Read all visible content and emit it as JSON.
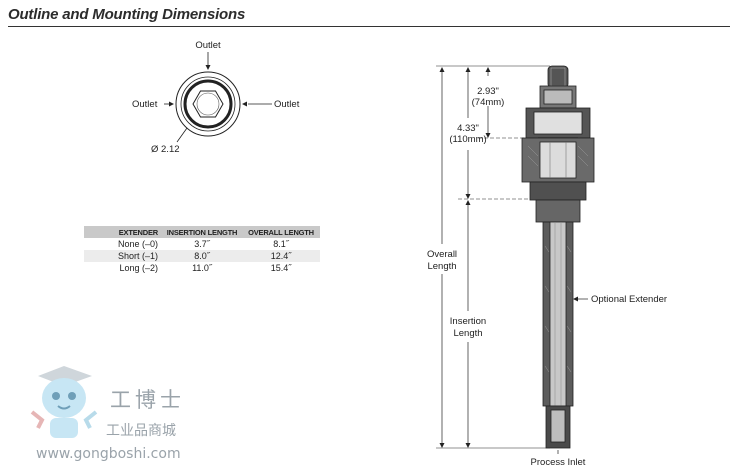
{
  "header": {
    "title": "Outline and Mounting Dimensions"
  },
  "top_view": {
    "outlet_top": "Outlet",
    "outlet_left": "Outlet",
    "outlet_right": "Outlet",
    "diameter": "Ø 2.12"
  },
  "table": {
    "headers": [
      "EXTENDER",
      "INSERTION LENGTH",
      "OVERALL LENGTH"
    ],
    "rows": [
      [
        "None (–0)",
        "3.7˝",
        "8.1˝"
      ],
      [
        "Short (–1)",
        "8.0˝",
        "12.4˝"
      ],
      [
        "Long (–2)",
        "11.0˝",
        "15.4˝"
      ]
    ]
  },
  "side_view": {
    "dim_small_in": "2.93\"",
    "dim_small_mm": "(74mm)",
    "dim_mid_in": "4.33\"",
    "dim_mid_mm": "(110mm)",
    "overall_l1": "Overall",
    "overall_l2": "Length",
    "insertion_l1": "Insertion",
    "insertion_l2": "Length",
    "optional_extender": "Optional Extender",
    "process_inlet": "Process Inlet"
  },
  "watermark": {
    "brand": "工博士",
    "sub": "工业品商城",
    "url": "www.gongboshi.com"
  }
}
